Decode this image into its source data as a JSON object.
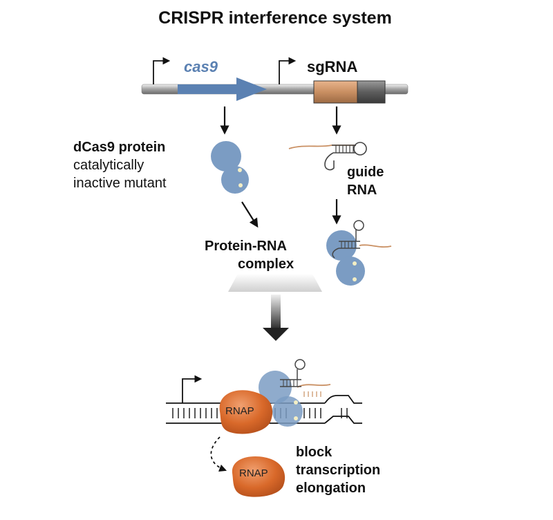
{
  "title": "CRISPR interference system",
  "gene_label": "cas9",
  "sgrna_label": "sgRNA",
  "dcas9": {
    "title": "dCas9 protein",
    "line1": "catalytically",
    "line2": "inactive mutant"
  },
  "guide_rna": {
    "line1": "guide",
    "line2": "RNA"
  },
  "complex": {
    "line1": "Protein-RNA",
    "line2": "complex"
  },
  "rnap_label": "RNAP",
  "outcome": {
    "line1": "block",
    "line2": "transcription",
    "line3": "elongation"
  },
  "colors": {
    "cas9_blue": "#7b9cc3",
    "cas9_arrow": "#5b81b2",
    "sgrna_orange": "#c98f62",
    "sgrna_dark": "#5d5d5d",
    "rnap_orange": "#d9692a",
    "dna_gray": "#8a8a8a"
  }
}
